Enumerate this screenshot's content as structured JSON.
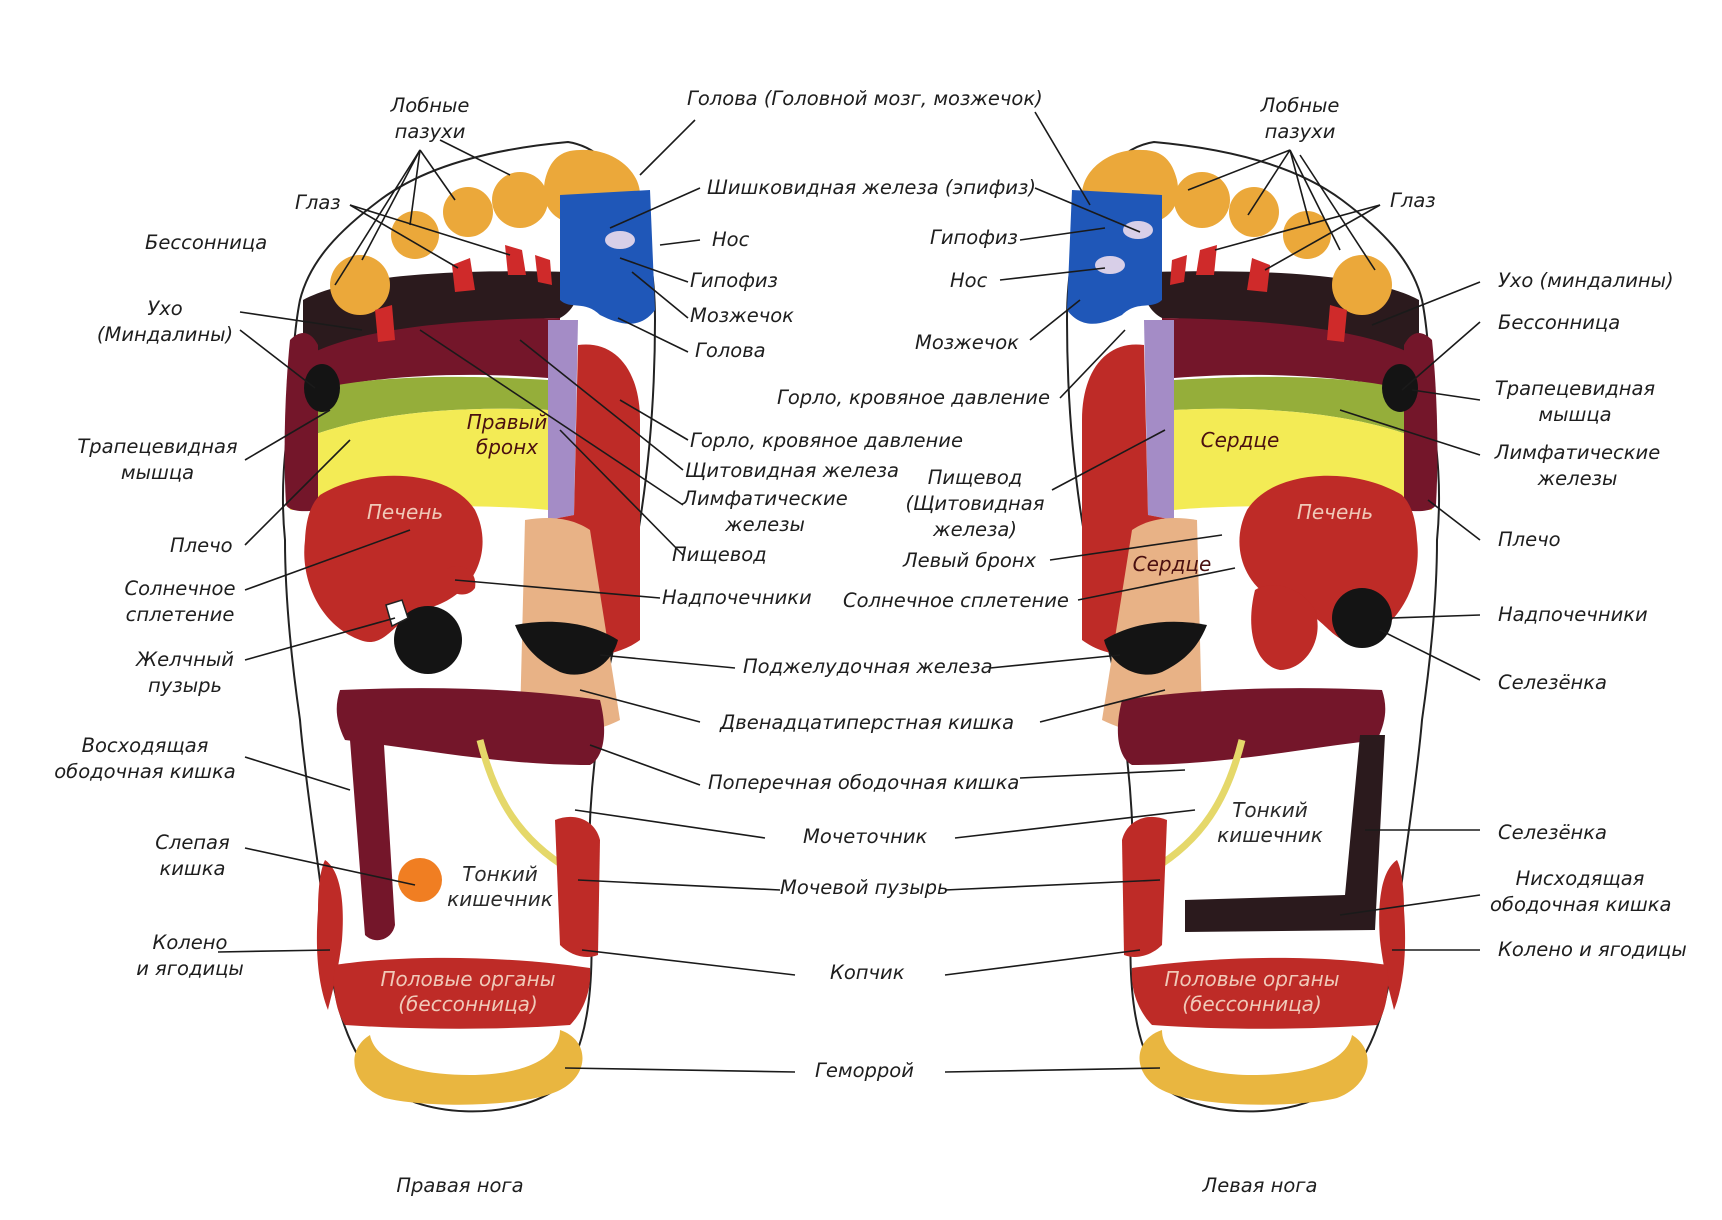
{
  "colors": {
    "toe": "#EBA83A",
    "blue": "#1F57B8",
    "eyes": "#CF2A2A",
    "dark": "#2B1A1D",
    "maroon": "#74162A",
    "red": "#BE2B27",
    "olive": "#95AE3A",
    "yellow": "#F3EB55",
    "lilac": "#A48CC6",
    "peach": "#E8B286",
    "orange": "#F07E22",
    "pale": "#E5D86A",
    "black": "#141414",
    "gold": "#E9B640"
  },
  "right_foot": {
    "caption": "Правая нога",
    "inside": {
      "bronchus": "Правый\nбронх",
      "liver": "Печень",
      "small_intestine": "Тонкий\nкишечник",
      "genitals": "Половые органы\n(бессонница)"
    },
    "labels": {
      "frontal_sinuses": "Лобные\nпазухи",
      "eye": "Глаз",
      "insomnia": "Бессонница",
      "ear": "Ухо\n(Миндалины)",
      "trapezius": "Трапецевидная\nмышца",
      "shoulder": "Плечо",
      "solar_plexus": "Солнечное\nсплетение",
      "gallbladder": "Желчный\nпузырь",
      "ascending_colon": "Восходящая\nободочная кишка",
      "caecum": "Слепая\nкишка",
      "knee": "Колено\nи ягодицы"
    }
  },
  "left_foot": {
    "caption": "Левая нога",
    "inside": {
      "heart_top": "Сердце",
      "liver": "Печень",
      "heart": "Сердце",
      "small_intestine": "Тонкий\nкишечник",
      "genitals": "Половые органы\n(бессонница)"
    },
    "labels": {
      "frontal_sinuses": "Лобные\nпазухи",
      "eye": "Глаз",
      "ear": "Ухо (миндалины)",
      "insomnia": "Бессонница",
      "trapezius": "Трапецевидная\nмышца",
      "lymph": "Лимфатические\nжелезы",
      "shoulder": "Плечо",
      "adrenals": "Надпочечники",
      "spleen": "Селезёнка",
      "spleen2": "Селезёнка",
      "descending_colon": "Нисходящая\nободочная кишка",
      "knee": "Колено и ягодицы"
    }
  },
  "center": {
    "head_brain": "Голова (Головной мозг, мозжечок)",
    "pineal": "Шишковидная железа (эпифиз)",
    "nose_r": "Нос",
    "pituitary_r": "Гипофиз",
    "cerebellum_r": "Мозжечок",
    "head_r": "Голова",
    "pituitary_l": "Гипофиз",
    "nose_l": "Нос",
    "cerebellum_l": "Мозжечок",
    "throat_l": "Горло, кровяное давление",
    "throat_r": "Горло, кровяное давление",
    "thyroid": "Щитовидная железа",
    "lymph_r": "Лимфатические\nжелезы",
    "esophagus_r": "Пищевод",
    "esophagus_l": "Пищевод\n(Щитовидная\nжелеза)",
    "left_bronchus": "Левый бронх",
    "adrenals_r": "Надпочечники",
    "solar_plexus_l": "Солнечное сплетение",
    "pancreas": "Поджелудочная железа",
    "duodenum": "Двенадцатиперстная кишка",
    "transverse_colon": "Поперечная ободочная кишка",
    "ureter": "Мочеточник",
    "bladder": "Мочевой пузырь",
    "coccyx": "Копчик",
    "hemorrhoids": "Геморрой"
  }
}
